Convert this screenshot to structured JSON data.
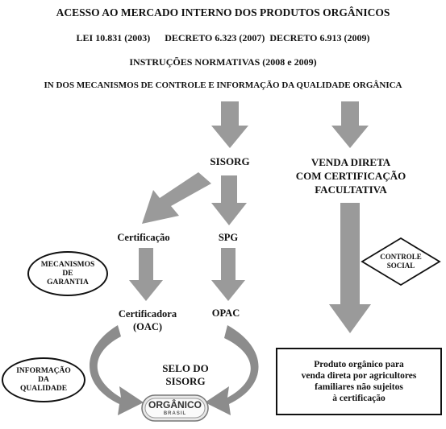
{
  "header": {
    "title": "ACESSO AO MERCADO INTERNO DOS PRODUTOS ORGÂNICOS",
    "laws": "LEI 10.831 (2003)      DECRETO 6.323 (2007)  DECRETO 6.913 (2009)",
    "normative": "INSTRUÇÕES NORMATIVAS (2008 e 2009)",
    "subtitle": "IN DOS MECANISMOS DE CONTROLE E INFORMAÇÃO DA QUALIDADE ORGÂNICA"
  },
  "nodes": {
    "sisorg": "SISORG",
    "venda": [
      "VENDA DIRETA",
      "COM CERTIFICAÇÃO",
      "FACULTATIVA"
    ],
    "certificacao": "Certificação",
    "spg": "SPG",
    "certificadora": [
      "Certificadora",
      "(OAC)"
    ],
    "opac": "OPAC",
    "selo": [
      "SELO DO",
      "SISORG"
    ],
    "mecanismos": [
      "MECANISMOS",
      "DE",
      "GARANTIA"
    ],
    "informacao": [
      "INFORMAÇÃO",
      "DA",
      "QUALIDADE"
    ],
    "controle": [
      "CONTROLE",
      "SOCIAL"
    ],
    "produto": [
      "Produto orgânico para",
      "venda direta por agricultores",
      "familiares não sujeitos",
      "à certificação"
    ]
  },
  "seal": {
    "main": "ORGÂNICO",
    "sub": "BRASIL"
  },
  "colors": {
    "arrow": "#9a9a9a",
    "arrow_dark": "#7a7a7a",
    "text": "#111111"
  }
}
